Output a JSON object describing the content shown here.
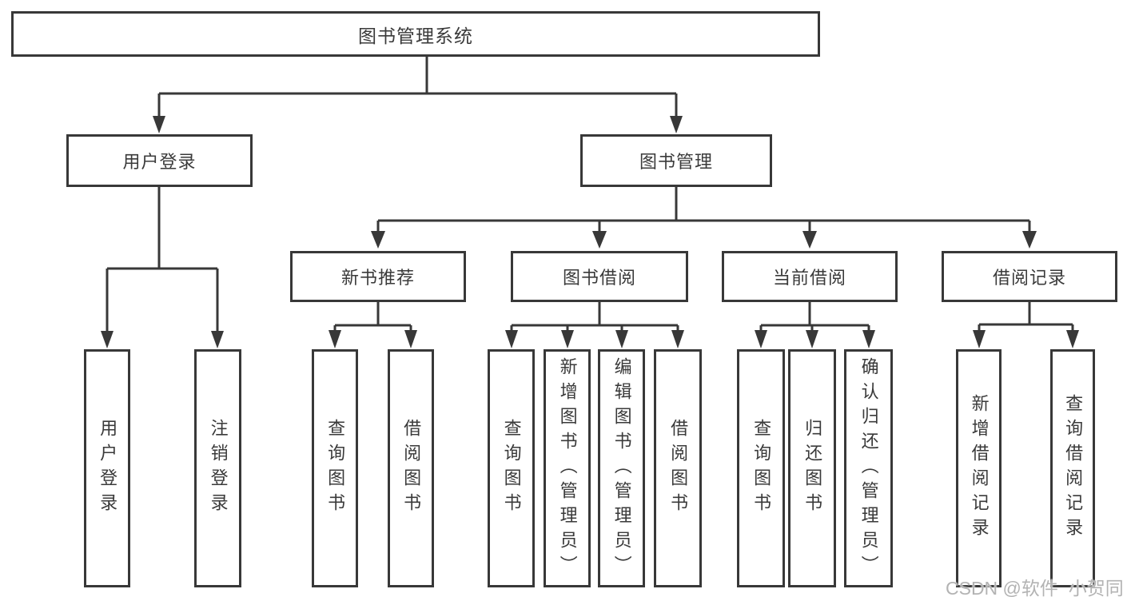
{
  "diagram": {
    "type": "hierarchy-tree",
    "orientation": "top-down"
  },
  "tree": {
    "label": "图书管理系统",
    "children": [
      {
        "label": "用户登录",
        "children": [
          {
            "label": "用户登录"
          },
          {
            "label": "注销登录"
          }
        ]
      },
      {
        "label": "图书管理",
        "children": [
          {
            "label": "新书推荐",
            "children": [
              {
                "label": "查询图书"
              },
              {
                "label": "借阅图书"
              }
            ]
          },
          {
            "label": "图书借阅",
            "children": [
              {
                "label": "查询图书"
              },
              {
                "label": "新增图书（管理员）"
              },
              {
                "label": "编辑图书（管理员）"
              },
              {
                "label": "借阅图书"
              }
            ]
          },
          {
            "label": "当前借阅",
            "children": [
              {
                "label": "查询图书"
              },
              {
                "label": "归还图书"
              },
              {
                "label": "确认归还（管理员）"
              }
            ]
          },
          {
            "label": "借阅记录",
            "children": [
              {
                "label": "新增借阅记录"
              },
              {
                "label": "查询借阅记录"
              }
            ]
          }
        ]
      }
    ]
  },
  "watermark": {
    "text": "CSDN @软件_小贺同学"
  },
  "colors": {
    "line": "#383838",
    "text": "#3a3a3a",
    "watermark": "#b3b3b3",
    "background": "#ffffff"
  }
}
